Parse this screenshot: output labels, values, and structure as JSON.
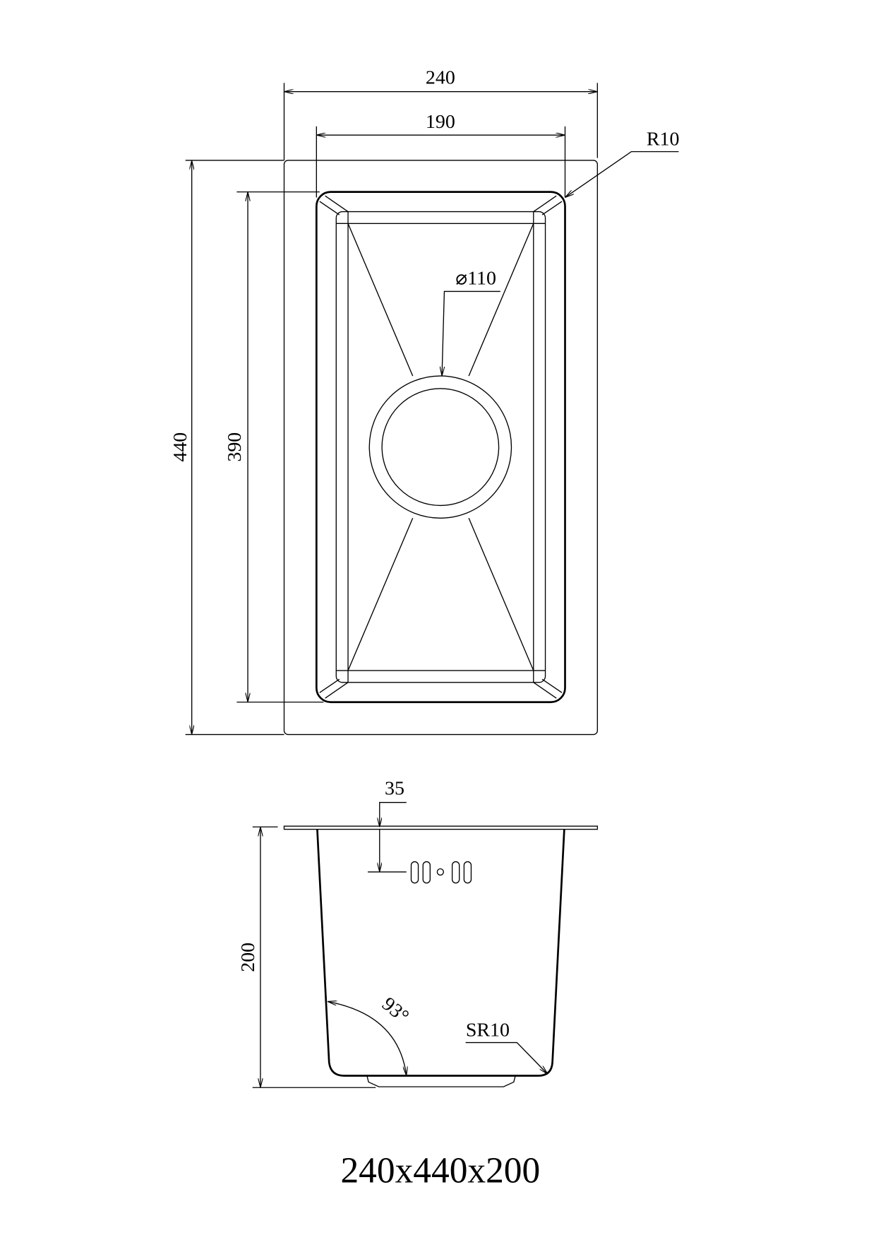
{
  "top_view": {
    "overall_width": "240",
    "bowl_width": "190",
    "corner_radius": "R10",
    "drain_diameter": "⌀110",
    "overall_length": "440",
    "bowl_length": "390"
  },
  "side_view": {
    "overflow_offset": "35",
    "depth": "200",
    "wall_angle": "93°",
    "bottom_radius": "SR10"
  },
  "title": "240x440x200"
}
